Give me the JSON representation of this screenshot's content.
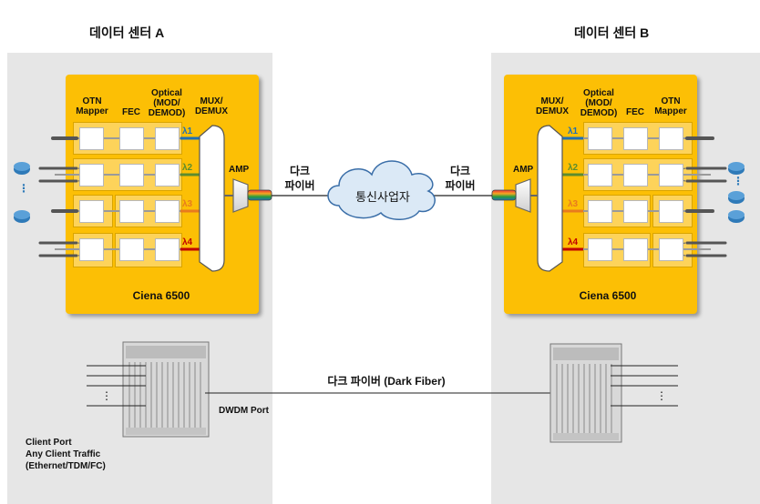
{
  "datacenter_a": {
    "title": "데이터 센터 A"
  },
  "datacenter_b": {
    "title": "데이터 센터 B"
  },
  "node_a": {
    "headers": {
      "otn": "OTN\nMapper",
      "fec": "FEC",
      "optical": "Optical\n(MOD/\nDEMOD)",
      "mux": "MUX/\nDEMUX"
    },
    "lambdas": [
      "λ1",
      "λ2",
      "λ3",
      "λ4"
    ],
    "amp": "AMP",
    "name": "Ciena 6500"
  },
  "node_b": {
    "headers": {
      "mux": "MUX/\nDEMUX",
      "optical": "Optical\n(MOD/\nDEMOD)",
      "fec": "FEC",
      "otn": "OTN\nMapper"
    },
    "lambdas": [
      "λ1",
      "λ2",
      "λ3",
      "λ4"
    ],
    "amp": "AMP",
    "name": "Ciena 6500"
  },
  "links": {
    "dark_fiber_left": "다크\n파이버",
    "dark_fiber_right": "다크\n파이버",
    "carrier_cloud": "통신사업자",
    "dark_fiber_bottom": "다크 파이버 (Dark Fiber)",
    "dwdm_port": "DWDM Port"
  },
  "client": {
    "port_label": "Client Port\nAny Client Traffic\n(Ethernet/TDM/FC)",
    "ellipsis": "⋮"
  },
  "colors": {
    "panel": "#e6e6e6",
    "ciena": "#fcbf05",
    "lambda1": "#1f6fb5",
    "lambda2": "#5d8c2e",
    "lambda3": "#e87b1e",
    "lambda4": "#c00000",
    "cloud": "#dbe9f6",
    "router": "#2f7ab8"
  },
  "icons": [
    "router-icon",
    "cloud-icon",
    "amplifier-icon",
    "chassis-icon"
  ]
}
